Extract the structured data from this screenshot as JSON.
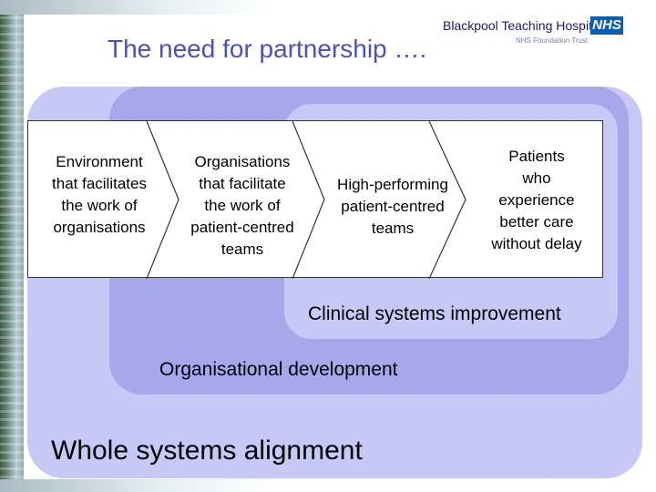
{
  "title": "The need for partnership ….",
  "logo": {
    "name": "Blackpool Teaching Hospitals",
    "badge": "NHS",
    "subtitle": "NHS Foundation Trust"
  },
  "flow": {
    "stages": [
      "Environment\nthat facilitates\nthe work of\norganisations",
      "Organisations\nthat facilitate\nthe work of\npatient-centred\nteams",
      "High-performing\npatient-centred\nteams",
      "Patients\nwho\nexperience\nbetter care\nwithout delay"
    ]
  },
  "regions": {
    "clinical": "Clinical systems improvement",
    "organisational": "Organisational development",
    "whole": "Whole systems alignment"
  }
}
